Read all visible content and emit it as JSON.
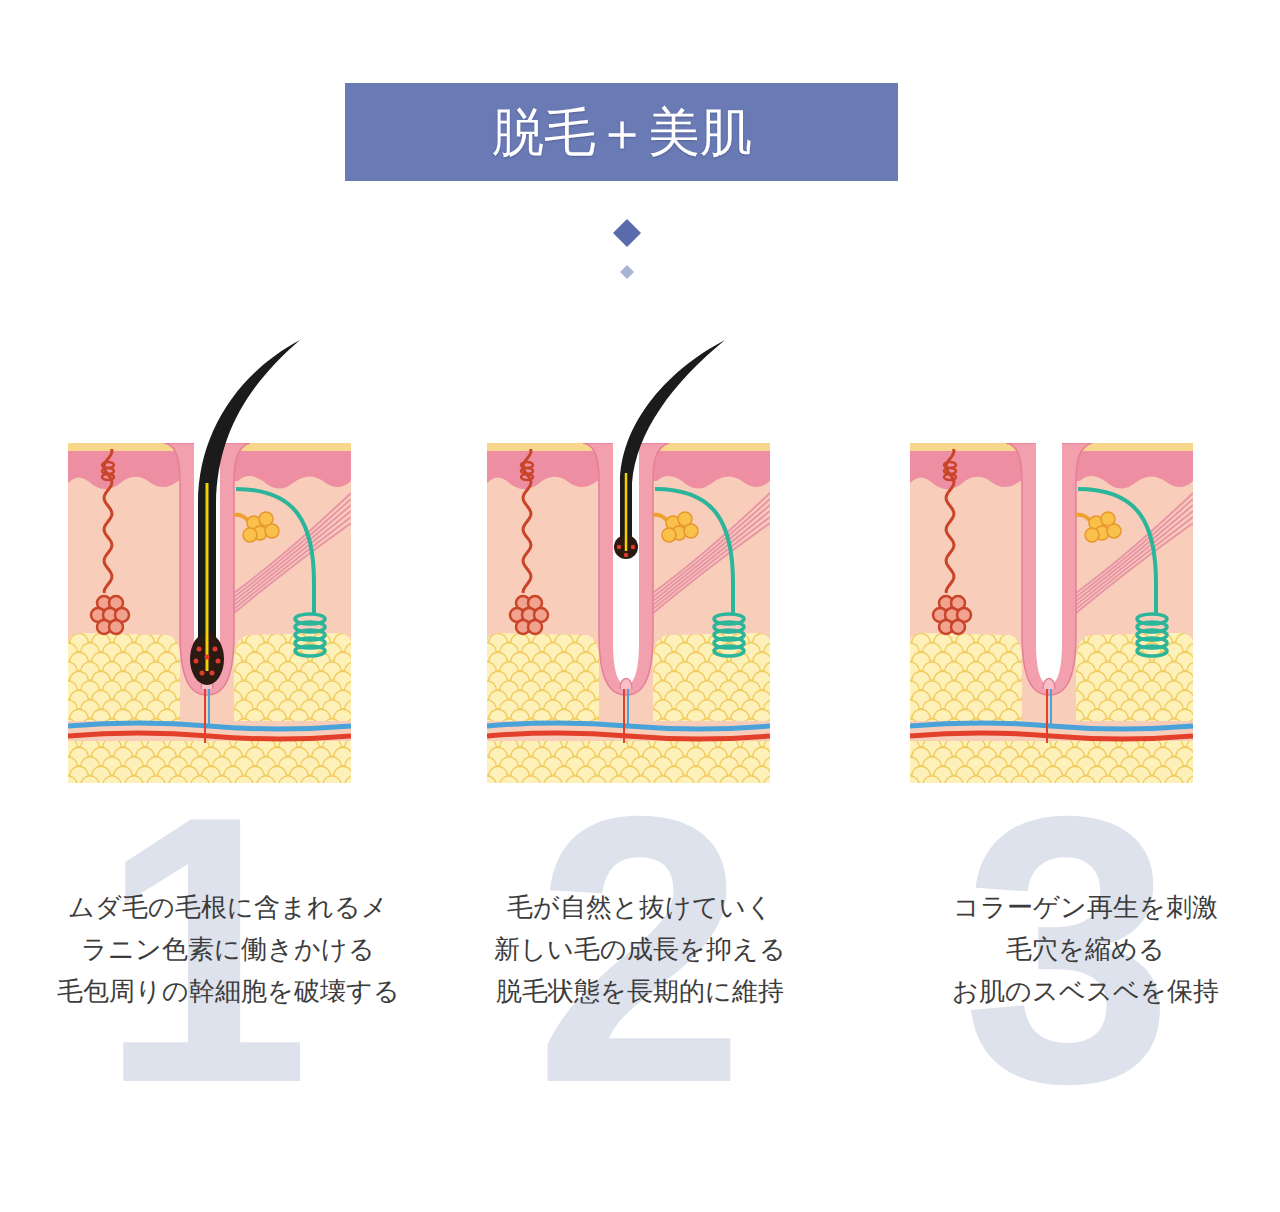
{
  "diagram": {
    "nodes": [
      {
        "text": [
          "脱毛＋美肌"
        ]
      }
    ],
    "labels": [
      "1",
      "ムダ毛の毛根に含まれるメラニン色素に働きかける",
      "毛包周りの幹細胞を破壊する",
      "2",
      "毛が自然と抜けていく",
      "新しい毛の成長を抑える",
      "脱毛状態を長期的に維持",
      "3",
      "コラーゲン再生を刺激",
      "毛穴を縮める",
      "お肌のスベスベを保持"
    ]
  }
}
